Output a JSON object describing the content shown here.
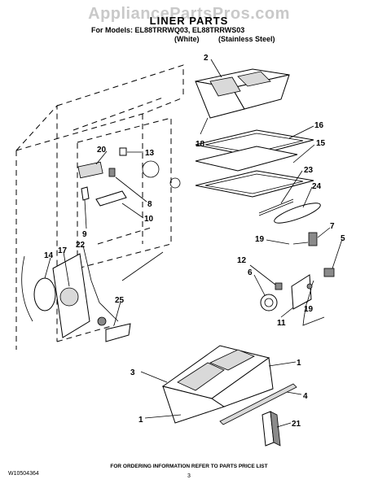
{
  "watermark": "AppliancePartsPros.com",
  "header": {
    "title": "LINER PARTS",
    "models_line": "For Models: EL88TRRWQ03, EL88TRRWS03",
    "finish_white": "(White)",
    "finish_stainless": "(Stainless Steel)"
  },
  "callouts": {
    "c2": "2",
    "c16": "16",
    "c15": "15",
    "c18": "18",
    "c23": "23",
    "c24": "24",
    "c20": "20",
    "c13": "13",
    "c8": "8",
    "c10": "10",
    "c9": "9",
    "c7": "7",
    "c19a": "19",
    "c5": "5",
    "c12": "12",
    "c6": "6",
    "c11": "11",
    "c19b": "19",
    "c14": "14",
    "c17": "17",
    "c22": "22",
    "c25": "25",
    "c3": "3",
    "c1a": "1",
    "c4": "4",
    "c1b": "1",
    "c21": "21"
  },
  "footer": {
    "ordering": "FOR ORDERING INFORMATION REFER TO PARTS PRICE LIST",
    "doc_number": "W10504364",
    "page_number": "3"
  }
}
